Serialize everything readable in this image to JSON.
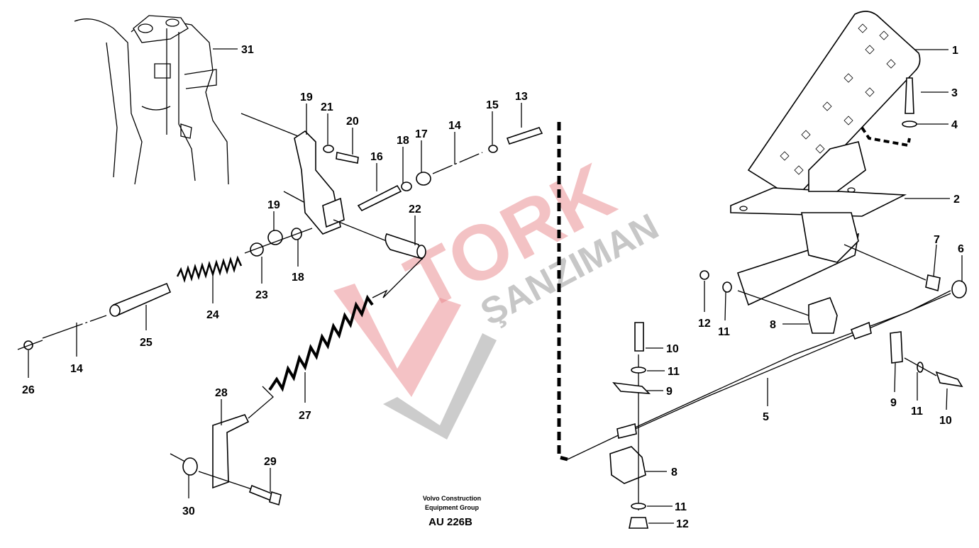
{
  "diagram": {
    "caption_line1": "Volvo Construction",
    "caption_line2": "Equipment Group",
    "code": "AU 226B",
    "watermark": {
      "brand": "TORK",
      "sub": "ŞANZIMAN"
    },
    "callouts": [
      "31",
      "1",
      "3",
      "4",
      "2",
      "6",
      "7",
      "12",
      "11",
      "8",
      "10",
      "11",
      "9",
      "5",
      "9",
      "11",
      "10",
      "8",
      "11",
      "12",
      "19",
      "21",
      "20",
      "16",
      "18",
      "17",
      "14",
      "15",
      "13",
      "19",
      "22",
      "23",
      "18",
      "24",
      "25",
      "14",
      "26",
      "27",
      "28",
      "29",
      "30"
    ]
  }
}
